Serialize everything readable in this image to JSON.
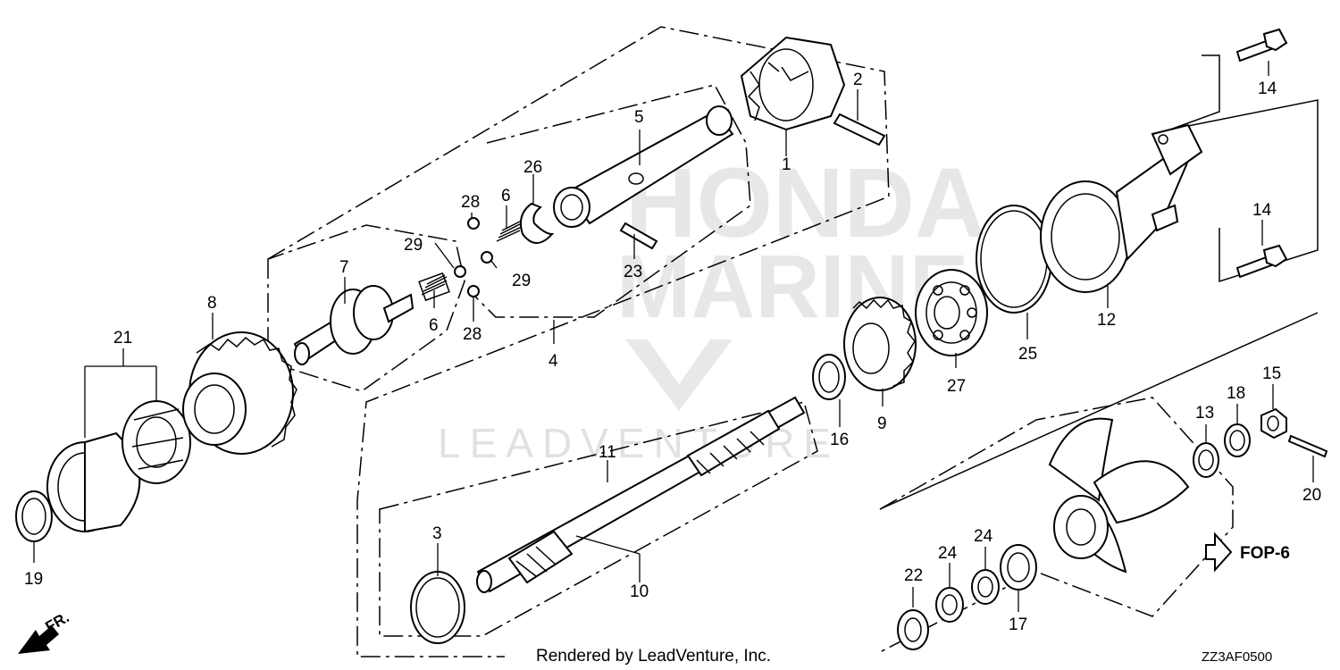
{
  "watermark": {
    "brand_line1": "HONDA",
    "brand_line2": "MARINE",
    "company": "LEADVENTURE"
  },
  "footer": {
    "rendered_by": "Rendered by LeadVenture, Inc.",
    "diagram_code": "ZZ3AF0500"
  },
  "reference": {
    "label": "FOP-6"
  },
  "direction": {
    "label": "FR."
  },
  "callouts": {
    "c1": "1",
    "c2": "2",
    "c3": "3",
    "c4": "4",
    "c5": "5",
    "c6a": "6",
    "c6b": "6",
    "c7": "7",
    "c8": "8",
    "c9": "9",
    "c10": "10",
    "c11": "11",
    "c12": "12",
    "c13": "13",
    "c14a": "14",
    "c14b": "14",
    "c15": "15",
    "c16": "16",
    "c17": "17",
    "c18": "18",
    "c19": "19",
    "c20": "20",
    "c21": "21",
    "c22": "22",
    "c23": "23",
    "c24a": "24",
    "c24b": "24",
    "c25": "25",
    "c26": "26",
    "c27": "27",
    "c28a": "28",
    "c28b": "28",
    "c29a": "29",
    "c29b": "29"
  }
}
